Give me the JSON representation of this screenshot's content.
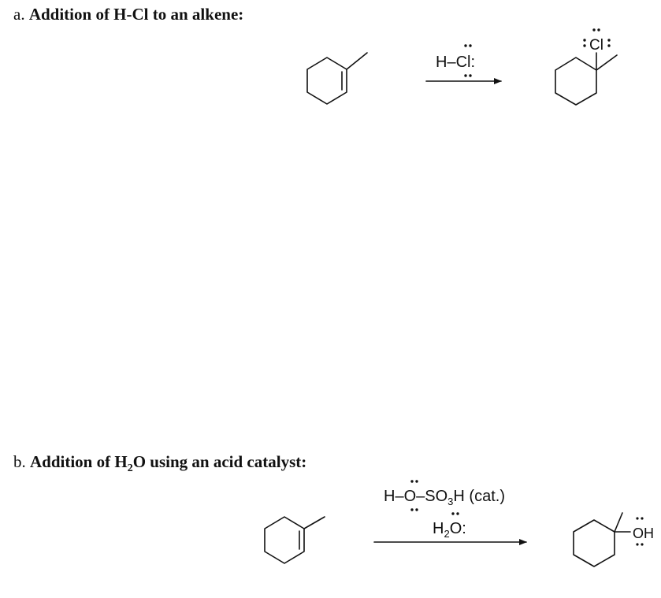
{
  "colors": {
    "ink": "#111111",
    "background": "#ffffff"
  },
  "part_a": {
    "letter": "a.",
    "title": "Addition of H-Cl to an alkene:",
    "reagent": {
      "atom1": "H",
      "bond": "–",
      "atom2": "Cl",
      "lone_pair": ":"
    },
    "product_substituent": "Cl"
  },
  "part_b": {
    "letter": "b.",
    "title_before": "Addition of H",
    "title_sub": "2",
    "title_after": "O using an acid catalyst:",
    "catalyst": {
      "h": "H",
      "bond": "–",
      "o": "O",
      "so": "SO",
      "sub": "3",
      "h_end": "H",
      "note": " (cat.)"
    },
    "water": {
      "h": "H",
      "sub": "2",
      "o": "O",
      "lone_pair": ":"
    },
    "product_substituent": "OH"
  }
}
